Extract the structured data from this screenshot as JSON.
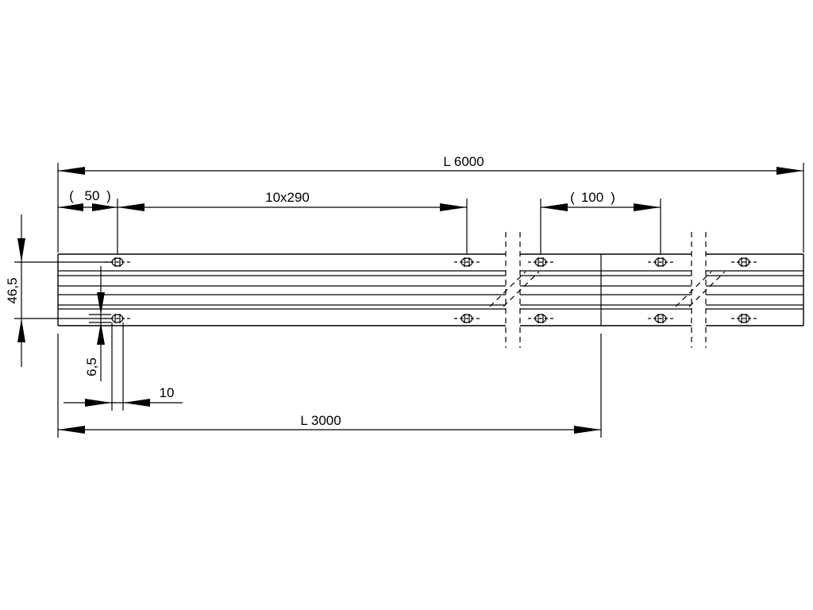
{
  "drawing": {
    "dimensions": {
      "overall_length": "L 6000",
      "half_length": "L 3000",
      "edge_offset": "50",
      "hole_pitch_count": "10x290",
      "end_spacing": "100",
      "height": "46,5",
      "hole_diameter": "6,5",
      "hole_edge": "10"
    },
    "colors": {
      "line": "#000000",
      "background": "#ffffff"
    }
  }
}
